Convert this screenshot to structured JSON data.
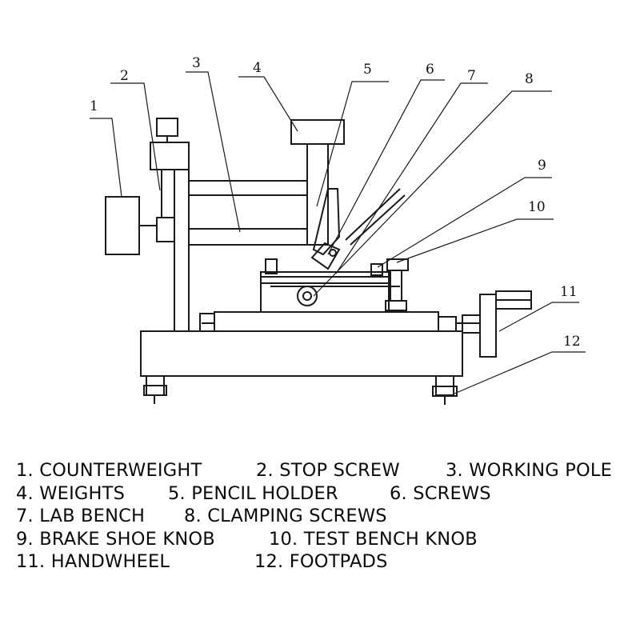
{
  "callout_numbers": [
    "1",
    "2",
    "3",
    "4",
    "5",
    "6",
    "7",
    "8",
    "9",
    "10",
    "11",
    "12"
  ],
  "legend": [
    "1. COUNTERWEIGHT",
    "2. STOP SCREW",
    "3. WORKING POLE",
    "4. WEIGHTS",
    "5. PENCIL HOLDER",
    "6. SCREWS",
    "7. LAB BENCH",
    "8. CLAMPING SCREWS",
    "9. BRAKE SHOE KNOB",
    "10. TEST BENCH KNOB",
    "11. HANDWHEEL",
    "12. FOOTPADS"
  ]
}
